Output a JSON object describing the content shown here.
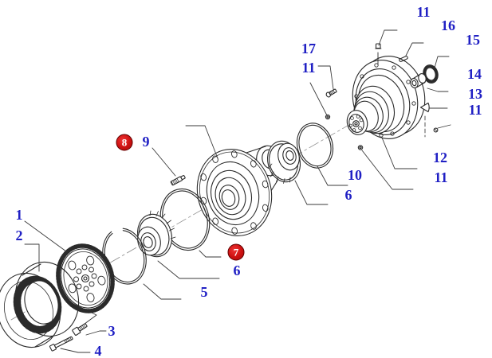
{
  "diagram": {
    "kind": "exploded-parts-diagram",
    "colors": {
      "callout_blue": "#2020c4",
      "kit_badge_red": "#cc1010",
      "kit_badge_border": "#5f0000",
      "kit_badge_text": "#ffffff",
      "line_color": "#2a2a2a",
      "background": "#ffffff"
    }
  },
  "callouts": {
    "c1": {
      "text": "1"
    },
    "c2": {
      "text": "2"
    },
    "c3": {
      "text": "3"
    },
    "c4": {
      "text": "4"
    },
    "c5": {
      "text": "5"
    },
    "c6_left": {
      "text": "6"
    },
    "c9": {
      "text": "9"
    },
    "c10": {
      "text": "10"
    },
    "c6_right": {
      "text": "6"
    },
    "c11_top": {
      "text": "11"
    },
    "c16": {
      "text": "16"
    },
    "c15": {
      "text": "15"
    },
    "c17": {
      "text": "17"
    },
    "c11_left": {
      "text": "11"
    },
    "c14": {
      "text": "14"
    },
    "c13": {
      "text": "13"
    },
    "c11_right": {
      "text": "11"
    },
    "c12": {
      "text": "12"
    },
    "c11_bottom": {
      "text": "11"
    },
    "k7": {
      "text": "7"
    },
    "k8": {
      "text": "8"
    }
  }
}
